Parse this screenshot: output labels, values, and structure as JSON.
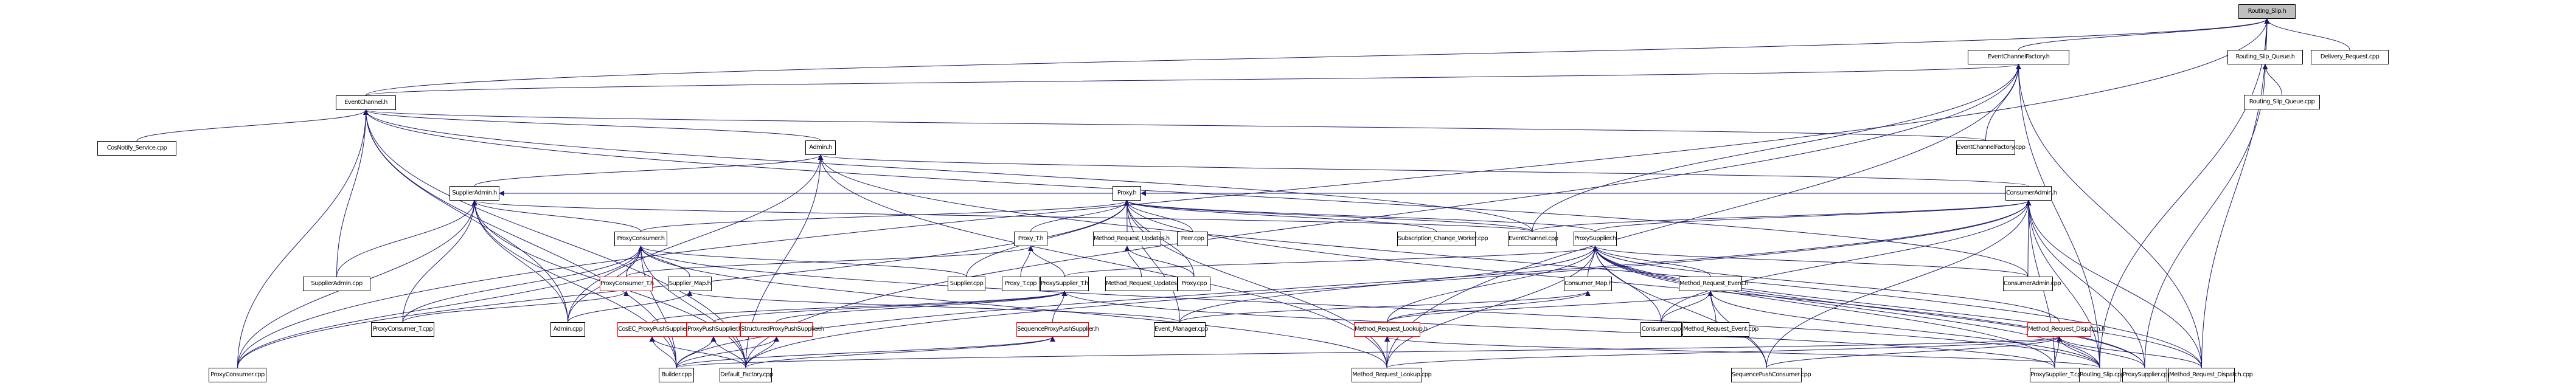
{
  "title": "Routing_Slip.h include dependency graph",
  "colors": {
    "edge": "#191970",
    "node_border": "#000000",
    "root_fill": "#bfbfbf",
    "incomplete_border": "#ff0000"
  },
  "nodes": [
    {
      "id": "n0",
      "label": "Routing_Slip.h",
      "type": "root"
    },
    {
      "id": "n1",
      "label": "EventChannelFactory.h",
      "type": "normal"
    },
    {
      "id": "n2",
      "label": "Routing_Slip_Queue.h",
      "type": "normal"
    },
    {
      "id": "n3",
      "label": "Delivery_Request.cpp",
      "type": "normal"
    },
    {
      "id": "n4",
      "label": "Routing_Slip_Queue.cpp",
      "type": "normal"
    },
    {
      "id": "n5",
      "label": "EventChannel.h",
      "type": "normal"
    },
    {
      "id": "n6",
      "label": "CosNotify_Service.cpp",
      "type": "normal"
    },
    {
      "id": "n7",
      "label": "Admin.h",
      "type": "normal"
    },
    {
      "id": "n8",
      "label": "EventChannelFactory.cpp",
      "type": "normal"
    },
    {
      "id": "n9",
      "label": "SupplierAdmin.h",
      "type": "normal"
    },
    {
      "id": "n10",
      "label": "Proxy.h",
      "type": "normal"
    },
    {
      "id": "n11",
      "label": "ConsumerAdmin.h",
      "type": "normal"
    },
    {
      "id": "n12",
      "label": "ProxyConsumer.h",
      "type": "normal"
    },
    {
      "id": "n13",
      "label": "Proxy_T.h",
      "type": "normal"
    },
    {
      "id": "n14",
      "label": "Method_Request_Updates.h",
      "type": "normal"
    },
    {
      "id": "n15",
      "label": "Peer.cpp",
      "type": "normal"
    },
    {
      "id": "n16",
      "label": "Subscription_Change_Worker.cpp",
      "type": "normal"
    },
    {
      "id": "n17",
      "label": "EventChannel.cpp",
      "type": "normal"
    },
    {
      "id": "n18",
      "label": "ProxySupplier.h",
      "type": "normal"
    },
    {
      "id": "n19",
      "label": "SupplierAdmin.cpp",
      "type": "normal"
    },
    {
      "id": "n20",
      "label": "ProxyConsumer_T.h",
      "type": "incomplete"
    },
    {
      "id": "n21",
      "label": "Supplier_Map.h",
      "type": "normal"
    },
    {
      "id": "n22",
      "label": "Supplier.cpp",
      "type": "normal"
    },
    {
      "id": "n23",
      "label": "Proxy_T.cpp",
      "type": "normal"
    },
    {
      "id": "n24",
      "label": "ProxySupplier_T.h",
      "type": "normal"
    },
    {
      "id": "n25",
      "label": "Method_Request_Updates.cpp",
      "type": "normal"
    },
    {
      "id": "n26",
      "label": "Proxy.cpp",
      "type": "normal"
    },
    {
      "id": "n27",
      "label": "Consumer_Map.h",
      "type": "normal"
    },
    {
      "id": "n28",
      "label": "Method_Request_Event.h",
      "type": "normal"
    },
    {
      "id": "n29",
      "label": "ConsumerAdmin.cpp",
      "type": "normal"
    },
    {
      "id": "n30",
      "label": "ProxyConsumer_T.cpp",
      "type": "normal"
    },
    {
      "id": "n31",
      "label": "Admin.cpp",
      "type": "normal"
    },
    {
      "id": "n32",
      "label": "CosEC_ProxyPushSupplier.h",
      "type": "incomplete"
    },
    {
      "id": "n33",
      "label": "ProxyPushSupplier.h",
      "type": "incomplete"
    },
    {
      "id": "n34",
      "label": "StructuredProxyPushSupplier.h",
      "type": "incomplete"
    },
    {
      "id": "n35",
      "label": "SequenceProxyPushSupplier.h",
      "type": "incomplete"
    },
    {
      "id": "n36",
      "label": "Event_Manager.cpp",
      "type": "normal"
    },
    {
      "id": "n37",
      "label": "Method_Request_Lookup.h",
      "type": "incomplete"
    },
    {
      "id": "n38",
      "label": "Consumer.cpp",
      "type": "normal"
    },
    {
      "id": "n39",
      "label": "Method_Request_Event.cpp",
      "type": "normal"
    },
    {
      "id": "n40",
      "label": "Method_Request_Dispatch.h",
      "type": "incomplete"
    },
    {
      "id": "n41",
      "label": "ProxyConsumer.cpp",
      "type": "normal"
    },
    {
      "id": "n42",
      "label": "Builder.cpp",
      "type": "normal"
    },
    {
      "id": "n43",
      "label": "Default_Factory.cpp",
      "type": "normal"
    },
    {
      "id": "n44",
      "label": "Method_Request_Lookup.cpp",
      "type": "normal"
    },
    {
      "id": "n45",
      "label": "SequencePushConsumer.cpp",
      "type": "normal"
    },
    {
      "id": "n46",
      "label": "ProxySupplier_T.cpp",
      "type": "normal"
    },
    {
      "id": "n47",
      "label": "Routing_Slip.cpp",
      "type": "normal"
    },
    {
      "id": "n48",
      "label": "ProxySupplier.cpp",
      "type": "normal"
    },
    {
      "id": "n49",
      "label": "Method_Request_Dispatch.cpp",
      "type": "normal"
    }
  ],
  "edges": [
    [
      "n1",
      "n0"
    ],
    [
      "n2",
      "n0"
    ],
    [
      "n3",
      "n0"
    ],
    [
      "n5",
      "n0"
    ],
    [
      "n41",
      "n0"
    ],
    [
      "n47",
      "n0"
    ],
    [
      "n49",
      "n0"
    ],
    [
      "n4",
      "n2"
    ],
    [
      "n48",
      "n2"
    ],
    [
      "n5",
      "n1"
    ],
    [
      "n8",
      "n1"
    ],
    [
      "n17",
      "n1"
    ],
    [
      "n43",
      "n1"
    ],
    [
      "n44",
      "n1"
    ],
    [
      "n49",
      "n1"
    ],
    [
      "n47",
      "n1"
    ],
    [
      "n6",
      "n5"
    ],
    [
      "n7",
      "n5"
    ],
    [
      "n8",
      "n5"
    ],
    [
      "n17",
      "n5"
    ],
    [
      "n19",
      "n5"
    ],
    [
      "n41",
      "n5"
    ],
    [
      "n31",
      "n5"
    ],
    [
      "n42",
      "n5"
    ],
    [
      "n43",
      "n5"
    ],
    [
      "n29",
      "n5"
    ],
    [
      "n9",
      "n7"
    ],
    [
      "n11",
      "n7"
    ],
    [
      "n31",
      "n7"
    ],
    [
      "n43",
      "n7"
    ],
    [
      "n44",
      "n7"
    ],
    [
      "n49",
      "n7"
    ],
    [
      "n10",
      "n9"
    ],
    [
      "n12",
      "n9"
    ],
    [
      "n19",
      "n9"
    ],
    [
      "n30",
      "n9"
    ],
    [
      "n31",
      "n9"
    ],
    [
      "n41",
      "n9"
    ],
    [
      "n42",
      "n9"
    ],
    [
      "n43",
      "n9"
    ],
    [
      "n17",
      "n9"
    ],
    [
      "n13",
      "n10"
    ],
    [
      "n14",
      "n10"
    ],
    [
      "n15",
      "n10"
    ],
    [
      "n16",
      "n10"
    ],
    [
      "n17",
      "n10"
    ],
    [
      "n18",
      "n10"
    ],
    [
      "n22",
      "n10"
    ],
    [
      "n26",
      "n10"
    ],
    [
      "n36",
      "n10"
    ],
    [
      "n12",
      "n10"
    ],
    [
      "n11",
      "n10"
    ],
    [
      "n41",
      "n10"
    ],
    [
      "n48",
      "n10"
    ],
    [
      "n44",
      "n10"
    ],
    [
      "n18",
      "n11"
    ],
    [
      "n29",
      "n11"
    ],
    [
      "n17",
      "n11"
    ],
    [
      "n38",
      "n11"
    ],
    [
      "n42",
      "n11"
    ],
    [
      "n43",
      "n11"
    ],
    [
      "n45",
      "n11"
    ],
    [
      "n46",
      "n11"
    ],
    [
      "n47",
      "n11"
    ],
    [
      "n48",
      "n11"
    ],
    [
      "n49",
      "n11"
    ],
    [
      "n20",
      "n12"
    ],
    [
      "n21",
      "n12"
    ],
    [
      "n22",
      "n12"
    ],
    [
      "n30",
      "n12"
    ],
    [
      "n41",
      "n12"
    ],
    [
      "n42",
      "n12"
    ],
    [
      "n43",
      "n12"
    ],
    [
      "n31",
      "n12"
    ],
    [
      "n44",
      "n12"
    ],
    [
      "n47",
      "n12"
    ],
    [
      "n23",
      "n13"
    ],
    [
      "n24",
      "n13"
    ],
    [
      "n20",
      "n13"
    ],
    [
      "n25",
      "n14"
    ],
    [
      "n26",
      "n14"
    ],
    [
      "n24",
      "n18"
    ],
    [
      "n27",
      "n18"
    ],
    [
      "n28",
      "n18"
    ],
    [
      "n29",
      "n18"
    ],
    [
      "n36",
      "n18"
    ],
    [
      "n38",
      "n18"
    ],
    [
      "n40",
      "n18"
    ],
    [
      "n45",
      "n18"
    ],
    [
      "n46",
      "n18"
    ],
    [
      "n47",
      "n18"
    ],
    [
      "n48",
      "n18"
    ],
    [
      "n49",
      "n18"
    ],
    [
      "n37",
      "n18"
    ],
    [
      "n44",
      "n18"
    ],
    [
      "n30",
      "n20"
    ],
    [
      "n31",
      "n21"
    ],
    [
      "n36",
      "n21"
    ],
    [
      "n32",
      "n24"
    ],
    [
      "n33",
      "n24"
    ],
    [
      "n34",
      "n24"
    ],
    [
      "n35",
      "n24"
    ],
    [
      "n46",
      "n24"
    ],
    [
      "n37",
      "n27"
    ],
    [
      "n36",
      "n27"
    ],
    [
      "n38",
      "n28"
    ],
    [
      "n39",
      "n28"
    ],
    [
      "n45",
      "n28"
    ],
    [
      "n37",
      "n28"
    ],
    [
      "n47",
      "n28"
    ],
    [
      "n42",
      "n32"
    ],
    [
      "n43",
      "n32"
    ],
    [
      "n42",
      "n33"
    ],
    [
      "n43",
      "n33"
    ],
    [
      "n42",
      "n34"
    ],
    [
      "n43",
      "n34"
    ],
    [
      "n42",
      "n35"
    ],
    [
      "n43",
      "n35"
    ],
    [
      "n44",
      "n37"
    ],
    [
      "n47",
      "n37"
    ],
    [
      "n44",
      "n40"
    ],
    [
      "n45",
      "n40"
    ],
    [
      "n46",
      "n40"
    ],
    [
      "n47",
      "n40"
    ],
    [
      "n48",
      "n40"
    ],
    [
      "n49",
      "n40"
    ],
    [
      "n42",
      "n40"
    ]
  ]
}
